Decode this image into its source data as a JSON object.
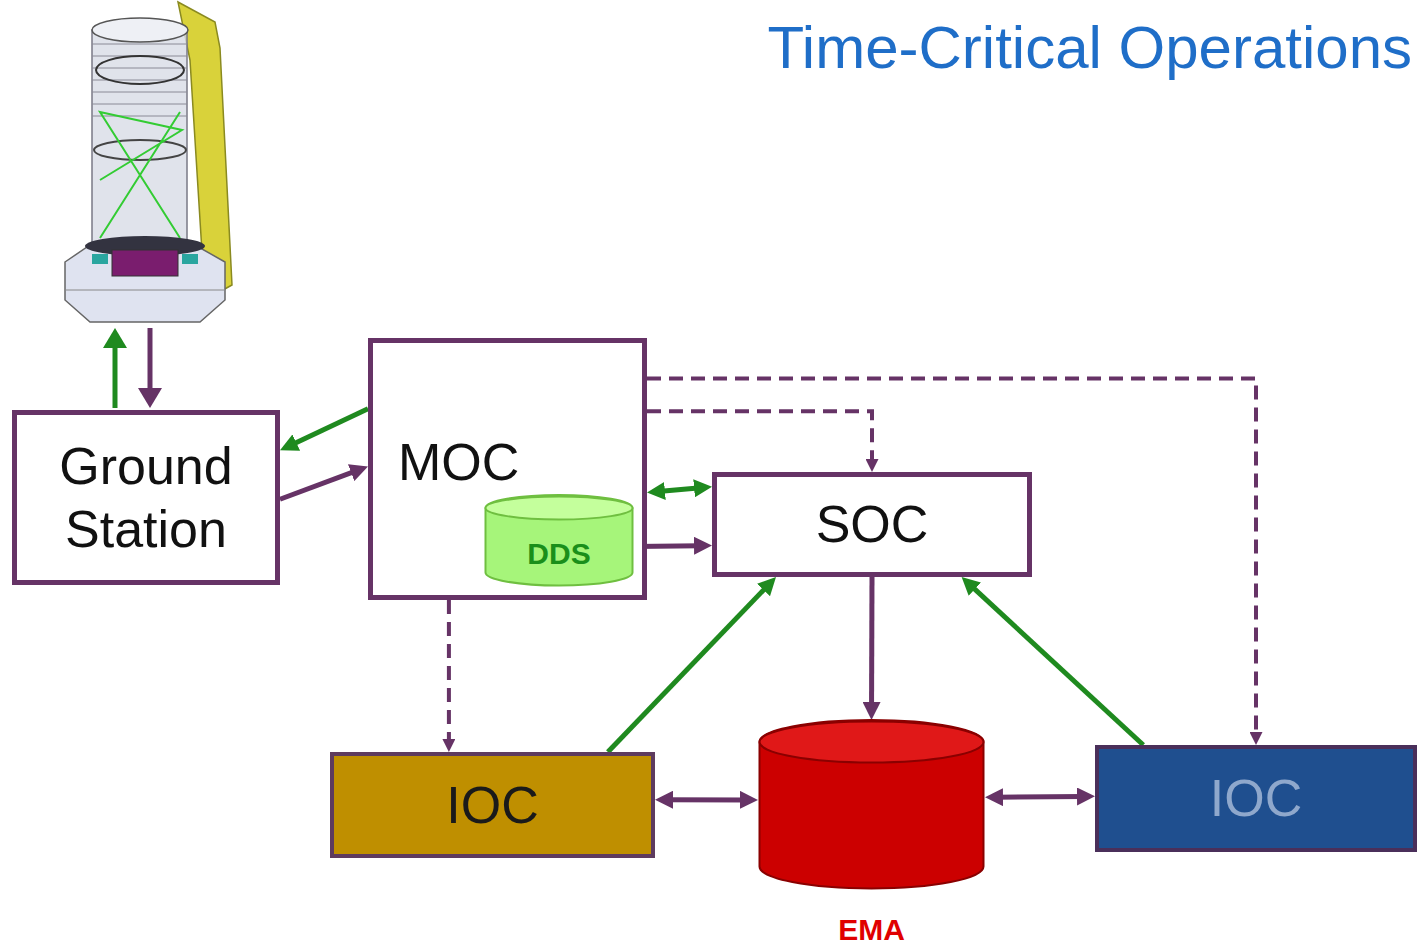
{
  "diagram": {
    "title": "Time-Critical Operations",
    "nodes": [
      {
        "text": [
          "Ground Station"
        ]
      },
      {
        "text": [
          "MOC"
        ]
      },
      {
        "text": [
          "DDS"
        ],
        "in": 1
      },
      {
        "text": [
          "SOC"
        ]
      },
      {
        "text": [
          "IOC"
        ]
      },
      {
        "text": [
          "EMA"
        ]
      },
      {
        "text": [
          "IOC"
        ]
      }
    ],
    "edges": [
      {
        "from": 1,
        "to": 0,
        "arrow": "to"
      },
      {
        "from": 0,
        "to": 1,
        "arrow": "to"
      },
      {
        "from": 1,
        "to": 3,
        "arrow": "both"
      },
      {
        "from": 2,
        "to": 3,
        "arrow": "to"
      },
      {
        "from": 1,
        "to": 3,
        "arrow": "to"
      },
      {
        "from": 1,
        "to": 6,
        "arrow": "to"
      },
      {
        "from": 1,
        "to": 4,
        "arrow": "to"
      },
      {
        "from": 4,
        "to": 3,
        "arrow": "to"
      },
      {
        "from": 6,
        "to": 3,
        "arrow": "to"
      },
      {
        "from": 3,
        "to": 5,
        "arrow": "to"
      },
      {
        "from": 4,
        "to": 5,
        "arrow": "both"
      },
      {
        "from": 5,
        "to": 6,
        "arrow": "both"
      }
    ]
  }
}
